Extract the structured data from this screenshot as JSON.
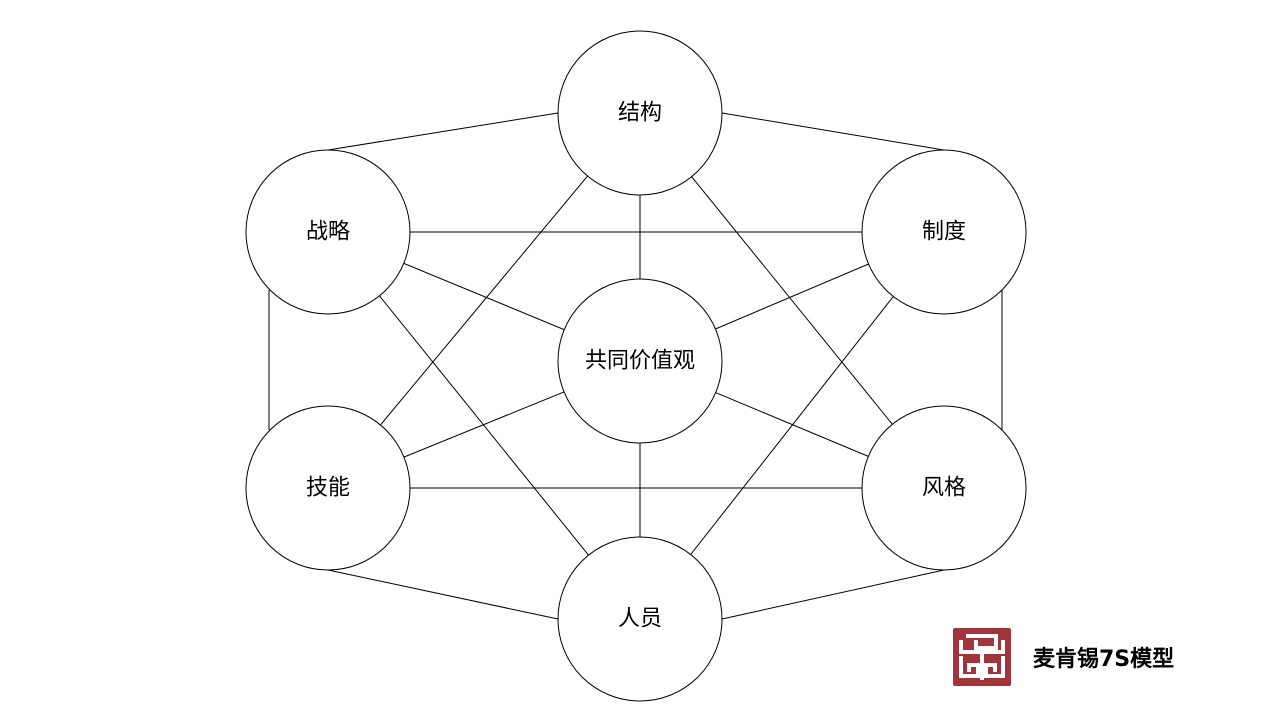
{
  "diagram": {
    "nodes": {
      "structure": "结构",
      "strategy": "战略",
      "systems": "制度",
      "shared_values": "共同价值观",
      "skills": "技能",
      "style": "风格",
      "staff": "人员"
    },
    "edges": [
      [
        "structure",
        "strategy"
      ],
      [
        "structure",
        "systems"
      ],
      [
        "structure",
        "shared_values"
      ],
      [
        "structure",
        "skills"
      ],
      [
        "structure",
        "style"
      ],
      [
        "strategy",
        "systems"
      ],
      [
        "strategy",
        "shared_values"
      ],
      [
        "strategy",
        "skills"
      ],
      [
        "strategy",
        "staff"
      ],
      [
        "systems",
        "shared_values"
      ],
      [
        "systems",
        "style"
      ],
      [
        "systems",
        "staff"
      ],
      [
        "shared_values",
        "skills"
      ],
      [
        "shared_values",
        "style"
      ],
      [
        "shared_values",
        "staff"
      ],
      [
        "skills",
        "style"
      ],
      [
        "skills",
        "staff"
      ],
      [
        "style",
        "staff"
      ]
    ]
  },
  "brand": {
    "title": "麦肯锡7S模型",
    "logo_color": "#a2343c"
  }
}
